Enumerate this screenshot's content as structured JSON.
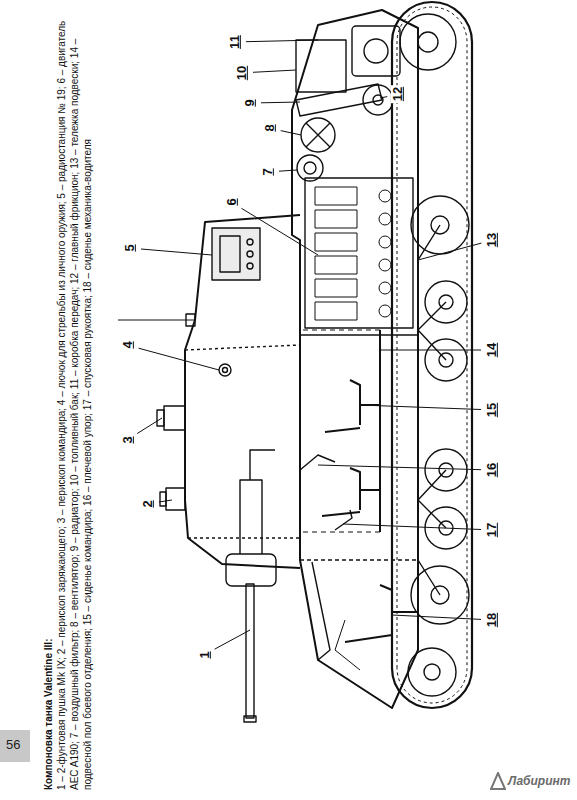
{
  "diagram": {
    "title": "Компоновка танка Valentine III:",
    "caption": "1 – 2-фунтовая пушка Mk IX; 2 – перископ заряжающего; 3 – перископ командира; 4 – лючок для стрельбы из личного оружия; 5 – радиостанция № 19; 6 – двигатель AEC A190; 7 – воздушный фильтр; 8 – вентилятор; 9 – радиатор; 10 – топливный бак; 11 – коробка передач; 12 – главный фрикцион; 13 – тележка подвески; 14 – подвесной пол боевого отделения; 15 – сиденье командира; 16 – плечевой упор; 17 – спусковая рукоятка; 18 – сиденье механика-водителя",
    "labels": [
      "1",
      "2",
      "3",
      "4",
      "5",
      "6",
      "7",
      "8",
      "9",
      "10",
      "11",
      "12",
      "13",
      "14",
      "15",
      "16",
      "17",
      "18",
      "56",
      "Лабиринт"
    ]
  }
}
